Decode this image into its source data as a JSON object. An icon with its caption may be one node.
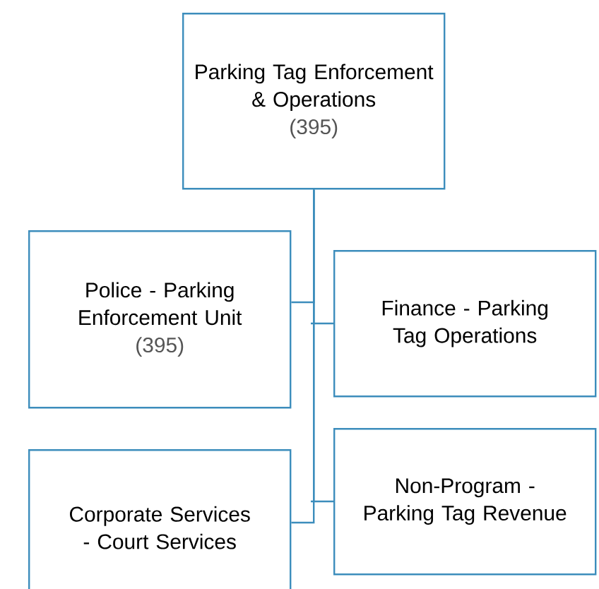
{
  "diagram": {
    "nodes": [
      {
        "text": [
          "Parking Tag Enforcement & Operations",
          "(395)"
        ]
      },
      {
        "text": [
          "Police - Parking Enforcement Unit",
          "(395)"
        ]
      },
      {
        "text": [
          "Finance - Parking Tag Operations"
        ]
      },
      {
        "text": [
          "Corporate Services - Court Services"
        ]
      },
      {
        "text": [
          "Non-Program - Parking Tag Revenue"
        ]
      }
    ],
    "edges": [
      {
        "from": 0,
        "to": 1,
        "arrow": "none"
      },
      {
        "from": 0,
        "to": 2,
        "arrow": "none"
      },
      {
        "from": 0,
        "to": 3,
        "arrow": "none"
      },
      {
        "from": 0,
        "to": 4,
        "arrow": "none"
      }
    ]
  }
}
